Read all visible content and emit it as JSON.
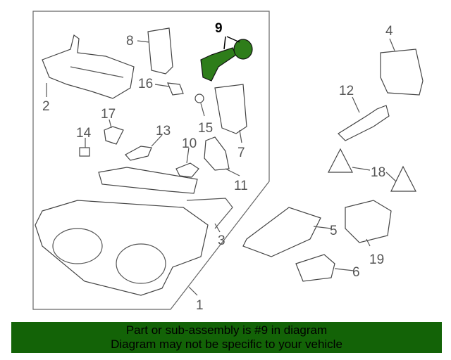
{
  "diagram": {
    "highlight_color": "#2e7d1a",
    "callouts": {
      "c1": "1",
      "c2": "2",
      "c3": "3",
      "c4": "4",
      "c5": "5",
      "c6": "6",
      "c7": "7",
      "c8": "8",
      "c9": "9",
      "c10": "10",
      "c11": "11",
      "c12": "12",
      "c13": "13",
      "c14": "14",
      "c15": "15",
      "c16": "16",
      "c17": "17",
      "c18": "18",
      "c19": "19"
    }
  },
  "banner": {
    "line1": "Part or sub-assembly is #9 in diagram",
    "line2": "Diagram may not be specific to your vehicle",
    "color": "#136307"
  }
}
